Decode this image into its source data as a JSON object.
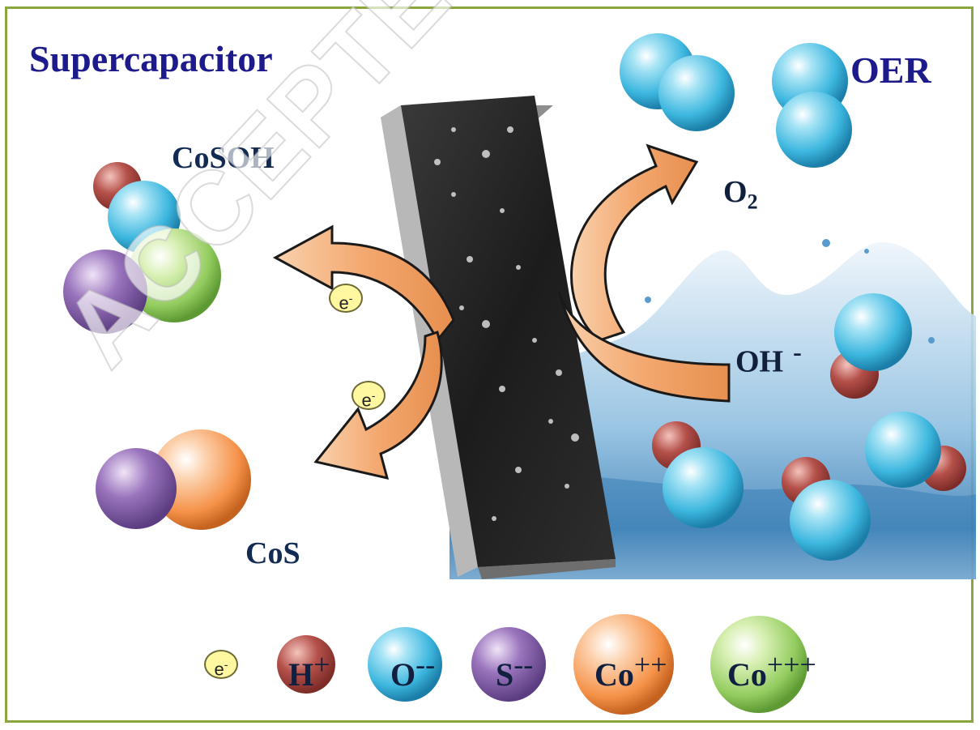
{
  "titles": {
    "supercapacitor": "Supercapacitor",
    "oer": "OER"
  },
  "species": {
    "cosoh": "CoSOH",
    "cos": "CoS",
    "o2": {
      "base": "O",
      "sub": "2"
    },
    "oh": {
      "base": "OH",
      "sup": "-"
    }
  },
  "electron": {
    "base": "e",
    "sup": "-"
  },
  "legend": [
    {
      "symbol": "e",
      "charge": "-",
      "color": "#f6f18a"
    },
    {
      "symbol": "H",
      "charge": "+",
      "color": "#b8544f"
    },
    {
      "symbol": "O",
      "charge": "--",
      "color": "#44bfe2"
    },
    {
      "symbol": "S",
      "charge": "--",
      "color": "#8a60ad"
    },
    {
      "symbol": "Co",
      "charge": "++",
      "color": "#f5944e"
    },
    {
      "symbol": "Co",
      "charge": "+++",
      "color": "#9fd36c"
    }
  ],
  "watermark": "ACCEPTED MA",
  "colors": {
    "frame": "#8aa63c",
    "title": "#1d1a8c",
    "arrow": "#f5b27c",
    "water": "#4f96c8"
  }
}
